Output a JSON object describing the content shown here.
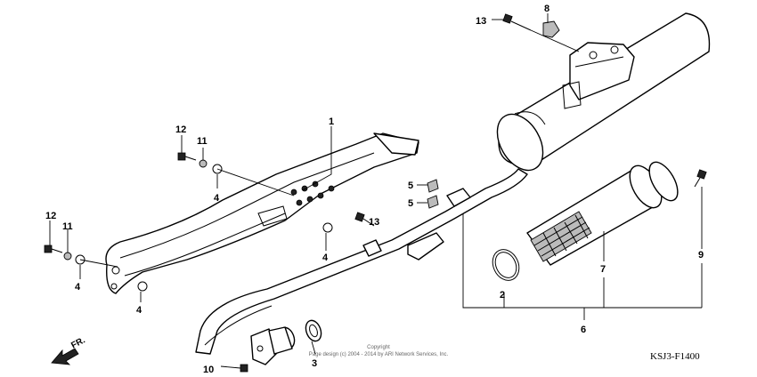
{
  "callouts": {
    "c1": "1",
    "c2": "2",
    "c3": "3",
    "c4a": "4",
    "c4b": "4",
    "c4c": "4",
    "c4d": "4",
    "c5a": "5",
    "c5b": "5",
    "c6": "6",
    "c7": "7",
    "c8": "8",
    "c9": "9",
    "c10": "10",
    "c11a": "11",
    "c11b": "11",
    "c12a": "12",
    "c12b": "12",
    "c13a": "13",
    "c13b": "13"
  },
  "direction_label": "FR.",
  "diagram_code": "KSJ3-F1400",
  "copyright": {
    "line1": "Copyright",
    "line2": "Page design (c) 2004 - 2014 by ARI Network Services, Inc."
  }
}
